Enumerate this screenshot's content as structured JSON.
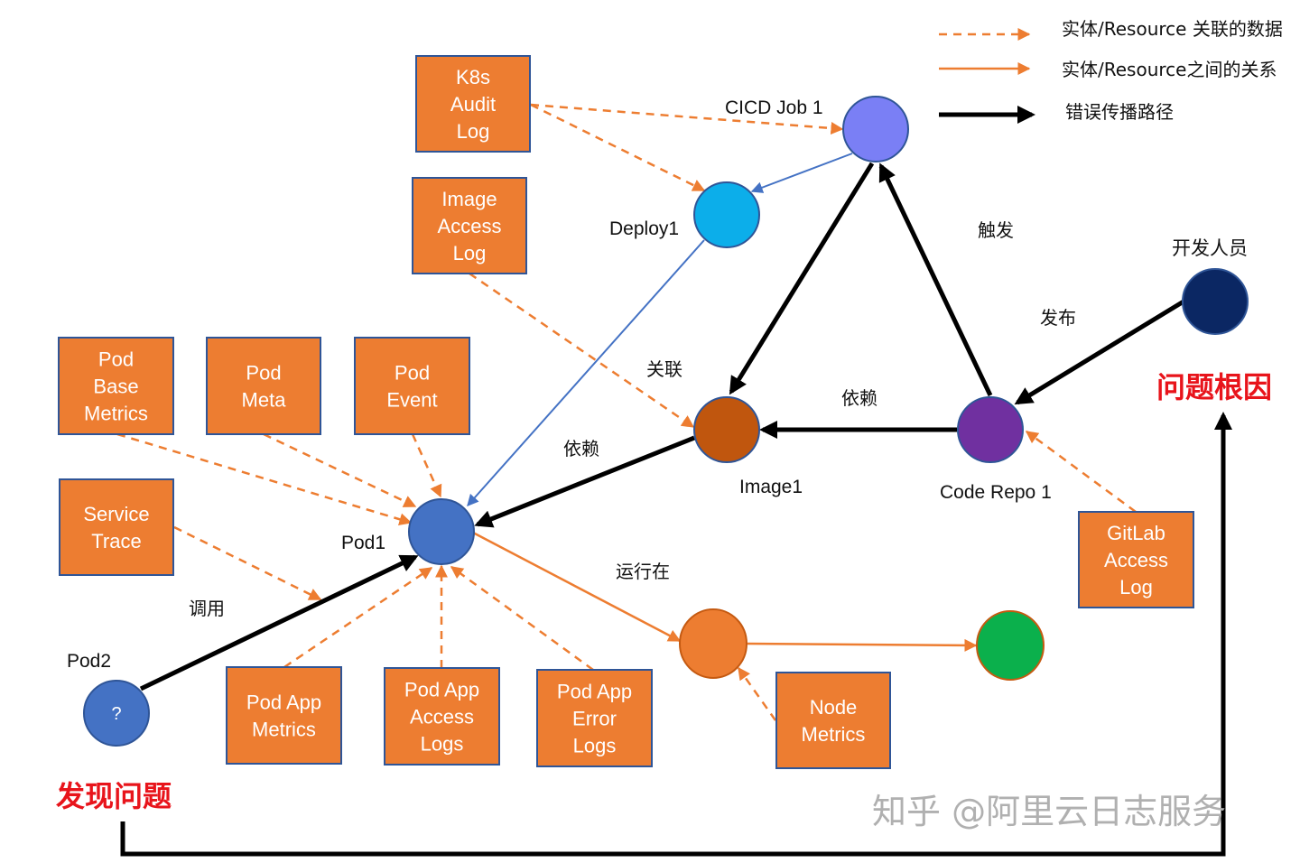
{
  "colors": {
    "box_fill": "#ed7d31",
    "box_stroke": "#2f5597",
    "dashed_edge": "#ed7d31",
    "relation_edge": "#ed7d31",
    "deploy_edge": "#4472c4",
    "error_edge": "#000000",
    "callout": "#e8141b"
  },
  "legend": [
    {
      "style": "dashed-orange-arrow",
      "label": "实体/Resource 关联的数据"
    },
    {
      "style": "solid-orange-arrow",
      "label": "实体/Resource之间的关系"
    },
    {
      "style": "bold-black-arrow",
      "label": "错误传播路径"
    }
  ],
  "nodes": [
    {
      "id": "cicd",
      "label": "CICD Job 1",
      "color": "#7a7ff5"
    },
    {
      "id": "deploy",
      "label": "Deploy1",
      "color": "#0caeea"
    },
    {
      "id": "image",
      "label": "Image1",
      "color": "#c0560e"
    },
    {
      "id": "repo",
      "label": "Code Repo 1",
      "color": "#7030a0"
    },
    {
      "id": "dev",
      "label": "开发人员",
      "color": "#0b2763"
    },
    {
      "id": "pod1",
      "label": "Pod1",
      "color": "#4472c4"
    },
    {
      "id": "pod2",
      "label": "Pod2",
      "color": "#4472c4",
      "inner": "?"
    },
    {
      "id": "node",
      "label": "",
      "color": "#ed7d31"
    },
    {
      "id": "green",
      "label": "",
      "color": "#0bb04c"
    }
  ],
  "boxes": [
    {
      "id": "k8s",
      "lines": [
        "K8s",
        "Audit",
        "Log"
      ]
    },
    {
      "id": "imglog",
      "lines": [
        "Image",
        "Access",
        "Log"
      ]
    },
    {
      "id": "podbase",
      "lines": [
        "Pod",
        "Base",
        "Metrics"
      ]
    },
    {
      "id": "podmeta",
      "lines": [
        "Pod",
        "Meta"
      ]
    },
    {
      "id": "podevent",
      "lines": [
        "Pod",
        "Event"
      ]
    },
    {
      "id": "svctrace",
      "lines": [
        "Service",
        "Trace"
      ]
    },
    {
      "id": "appmetrics",
      "lines": [
        "Pod App",
        "Metrics"
      ]
    },
    {
      "id": "accesslogs",
      "lines": [
        "Pod App",
        "Access",
        "Logs"
      ]
    },
    {
      "id": "errorlogs",
      "lines": [
        "Pod App",
        "Error",
        "Logs"
      ]
    },
    {
      "id": "nodemetrics",
      "lines": [
        "Node",
        "Metrics"
      ]
    },
    {
      "id": "gitlab",
      "lines": [
        "GitLab",
        "Access",
        "Log"
      ]
    }
  ],
  "edge_labels": {
    "trigger": "触发",
    "publish": "发布",
    "depend_repo_image": "依赖",
    "associate": "关联",
    "depend_image_pod": "依赖",
    "call": "调用",
    "run_on": "运行在"
  },
  "callouts": {
    "found_problem": "发现问题",
    "root_cause": "问题根因"
  },
  "watermark": "知乎 @阿里云日志服务"
}
